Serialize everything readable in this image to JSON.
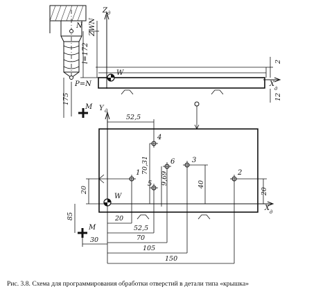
{
  "labels": {
    "z_axis": "Z",
    "z_sub": "д",
    "x_axis": "X",
    "x_sub": "д",
    "y_axis": "Y",
    "y_sub": "д",
    "point_n": "N",
    "point_w_top": "W",
    "point_w_bottom": "W",
    "point_m_top": "M",
    "point_m_bottom": "M",
    "point_p": "P=N",
    "zwn": "ZWN",
    "tool_length": "l=172",
    "holes": [
      "1",
      "2",
      "3",
      "4",
      "5",
      "6"
    ]
  },
  "dimensions": {
    "d175": "175",
    "d2": "2",
    "d12": "12",
    "d52_5_top": "52,5",
    "d70_31": "70,31",
    "d9_69": "9,69",
    "d40": "40",
    "d20_left": "20",
    "d20_right": "20",
    "d85": "85",
    "d20_bottom": "20",
    "d52_5_bottom": "52,5",
    "d70": "70",
    "d105": "105",
    "d150": "150",
    "d30": "30"
  },
  "caption": "Рис. 3.8. Схема для программирования обработки отверстий в детали типа «крышка»"
}
